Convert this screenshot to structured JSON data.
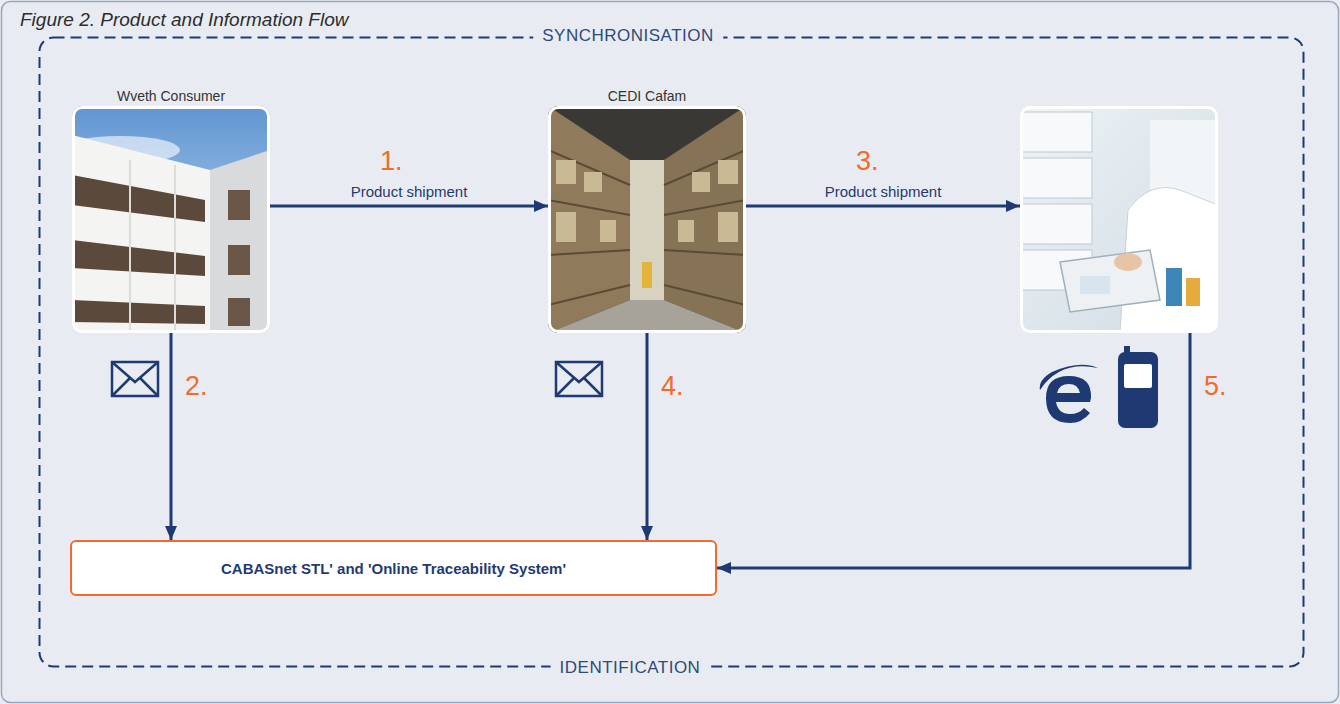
{
  "diagram": {
    "title": "Figure 2. Product and Information Flow",
    "nodes": [
      {
        "text": [
          "SYNCHRONISATION",
          "IDENTIFICATION"
        ]
      },
      {
        "text": [
          "Wveth Consumer"
        ],
        "in": 0
      },
      {
        "text": [
          "CEDI Cafam"
        ],
        "in": 0
      },
      {
        "text": [],
        "in": 0
      },
      {
        "text": [
          "CABASnet STL' and 'Online Traceability System'"
        ],
        "in": 0
      }
    ],
    "edges": [
      {
        "from": 1,
        "to": 2,
        "arrow": "to",
        "label": "Product shipment"
      },
      {
        "from": 1,
        "to": 4,
        "arrow": "to",
        "label": "2."
      },
      {
        "from": 2,
        "to": 3,
        "arrow": "to",
        "label": "Product shipment"
      },
      {
        "from": 2,
        "to": 4,
        "arrow": "to",
        "label": "4."
      },
      {
        "from": 3,
        "to": 4,
        "arrow": "to",
        "label": "5."
      }
    ],
    "labels": [
      "1.",
      "3."
    ]
  }
}
